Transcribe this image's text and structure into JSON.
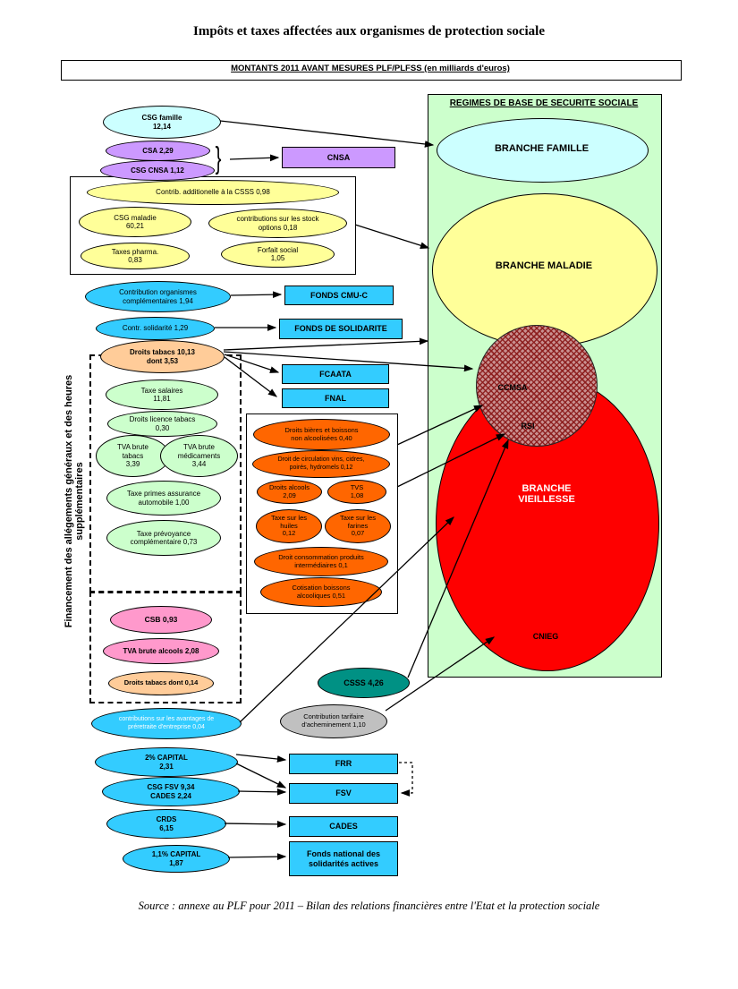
{
  "title": "Impôts et taxes affectées aux organismes de protection sociale",
  "banner": "MONTANTS 2011 AVANT MESURES PLF/PLFSS  (en milliards d'euros)",
  "source": "Source : annexe au PLF pour 2011 – Bilan des relations financières entre l'Etat et la protection sociale",
  "side_label": "Financement des allégements généraux et des heures supplémentaires",
  "brace": "}",
  "panel": {
    "title": "REGIMES DE BASE DE SECURITE SOCIALE",
    "branche_famille": "BRANCHE FAMILLE",
    "branche_maladie": "BRANCHE MALADIE",
    "branche_vieillesse": "BRANCHE\nVIEILLESSE",
    "ccmsa": "CCMSA",
    "rsi": "RSI",
    "cnieg": "CNIEG"
  },
  "nodes": {
    "csg_famille": "CSG famille\n12,14",
    "csa": "CSA 2,29",
    "csg_cnsa": "CSG CNSA 1,12",
    "contrib_additionnelle": "Contrib. additionelle à la CSSS  0,98",
    "csg_maladie": "CSG maladie\n60,21",
    "stock_options": "contributions sur les stock\noptions 0,18",
    "taxes_pharma": "Taxes pharma.\n0,83",
    "forfait_social": "Forfait social\n1,05",
    "contribution_organismes": "Contribution organismes\ncomplémentaires 1,94",
    "contr_solidarite": "Contr. solidarité  1,29",
    "droits_tabacs": "Droits tabacs 10,13\ndont 3,53",
    "taxe_salaires": "Taxe salaires\n11,81",
    "droits_licence_tabacs": "Droits licence tabacs\n0,30",
    "tva_brute_tabacs": "TVA brute\ntabacs\n3,39",
    "tva_brute_medicaments": "TVA brute\nmédicaments\n3,44",
    "taxe_primes_assurance": "Taxe primes assurance\nautomobile   1,00",
    "taxe_prevoyance": "Taxe prévoyance\ncomplémentaire   0,73",
    "droits_bieres": "Droits bières et boissons\nnon alcoolisées  0,40",
    "droit_circulation": "Droit de circulation vins, cidres,\npoirés, hydromels  0,12",
    "droits_alcools": "Droits alcools\n2,09",
    "tvs": "TVS\n1,08",
    "taxe_huiles": "Taxe sur les\nhuiles\n0,12",
    "taxe_farines": "Taxe sur les\nfarines\n0,07",
    "droit_consommation": "Droit consommation produits\nintermédiaires   0,1",
    "cotisation_boissons": "Cotisation boissons\nalcooliques 0,51",
    "csb": "CSB 0,93",
    "tva_brute_alcools": "TVA brute alcools 2,08",
    "droits_tabacs_2": "Droits tabacs  dont 0,14",
    "contributions_avantages": "contributions sur les avantages de\npréretraite d'entreprise 0,04",
    "capital_2": "2% CAPITAL\n2,31",
    "csg_fsv": "CSG FSV 9,34\nCADES 2,24",
    "crds": "CRDS\n6,15",
    "capital_1_1": "1,1% CAPITAL\n1,87",
    "csss": "CSSS  4,26",
    "contribution_tarifaire": "Contribution tarifaire\nd'acheminement  1,10"
  },
  "rects": {
    "cnsa": "CNSA",
    "fonds_cmuc": "FONDS CMU-C",
    "fonds_solidarite": "FONDS DE SOLIDARITE",
    "fcaata": "FCAATA",
    "fnal": "FNAL",
    "frr": "FRR",
    "fsv": "FSV",
    "cades": "CADES",
    "fonds_national": "Fonds national des\nsolidarités actives"
  },
  "colors": {
    "cyan": "#33ccff",
    "purple": "#cc99ff",
    "pale_yellow": "#ffff99",
    "pale_blue": "#ccffff",
    "pale_green": "#ccffcc",
    "peach": "#ffcc99",
    "orange": "#ff6600",
    "pink": "#ff99cc",
    "red": "#fe0000",
    "teal": "#009184",
    "gray": "#c0c0c0",
    "panel_green": "#ccffcc",
    "hatch_red": "#8b1a1a"
  }
}
